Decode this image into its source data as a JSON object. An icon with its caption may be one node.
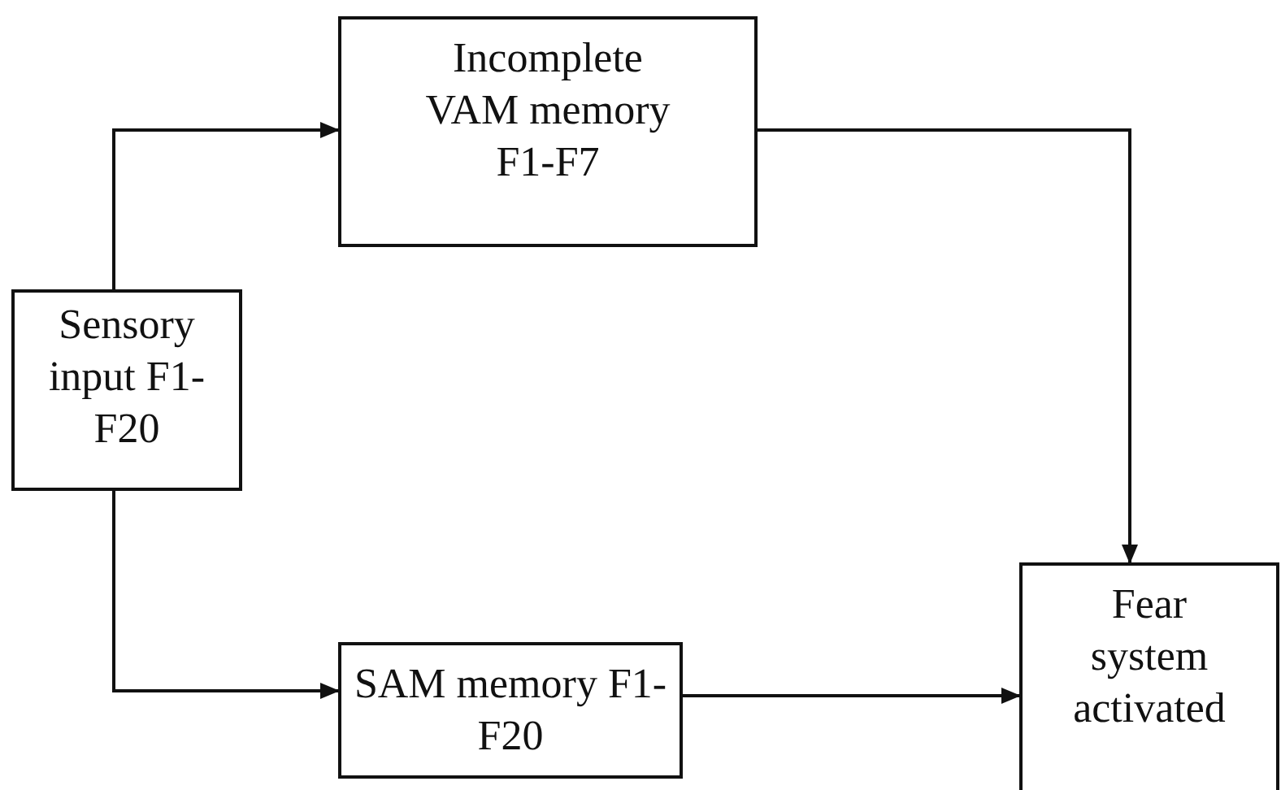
{
  "diagram": {
    "nodes": [
      {
        "text": [
          "Sensory input F1-F20"
        ]
      },
      {
        "text": [
          "Incomplete VAM memory F1-F7"
        ]
      },
      {
        "text": [
          "SAM memory F1-F20"
        ]
      },
      {
        "text": [
          "Fear system activated"
        ]
      }
    ],
    "edges": [
      {
        "from": 0,
        "to": 1,
        "arrow": "to"
      },
      {
        "from": 0,
        "to": 2,
        "arrow": "to"
      },
      {
        "from": 1,
        "to": 3,
        "arrow": "to"
      },
      {
        "from": 2,
        "to": 3,
        "arrow": "to"
      }
    ]
  }
}
